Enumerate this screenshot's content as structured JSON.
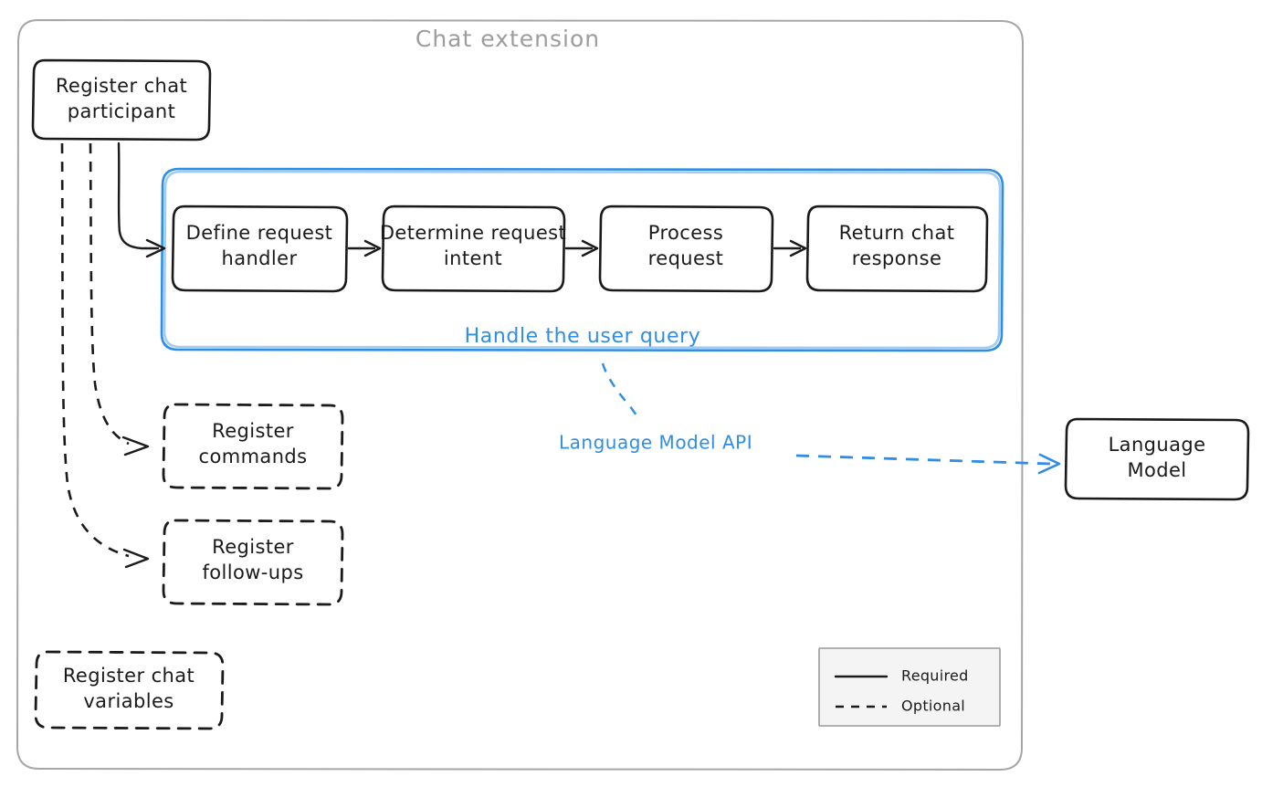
{
  "diagram": {
    "type": "flow-diagram",
    "style": "hand-drawn-sketch",
    "background_color": "#ffffff",
    "container": {
      "title": "Chat extension",
      "title_color": "#9d9d9d",
      "border_color": "#a6a6a6"
    },
    "group": {
      "title": "Handle the user query",
      "color": "#2f8de4"
    },
    "nodes": {
      "register_participant": "Register chat participant",
      "define_handler": "Define request handler",
      "determine_intent": "Determine request intent",
      "process_request": "Process request",
      "return_response": "Return chat response",
      "register_commands": "Register commands",
      "register_followups": "Register follow-ups",
      "register_variables": "Register chat variables",
      "language_model": "Language Model"
    },
    "edges": {
      "language_model_api": "Language Model API"
    },
    "legend": {
      "required": "Required",
      "optional": "Optional",
      "fill": "#f4f4f4",
      "border": "#9a9a9a"
    }
  }
}
